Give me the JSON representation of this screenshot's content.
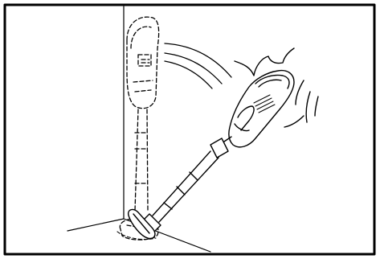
{
  "figure": {
    "icons": {
      "frame": "border-frame",
      "wall": "wall-corner-lines",
      "standing_cleaner": "vacuum-standing-dashed-outline",
      "falling_cleaner": "vacuum-falling-solid",
      "motion_arcs": "fall-motion-arcs",
      "impact_marks": "impact-crash-marks",
      "floor_nozzle": "floor-nozzle"
    },
    "colors": {
      "stroke": "#000000",
      "background": "#ffffff"
    }
  }
}
